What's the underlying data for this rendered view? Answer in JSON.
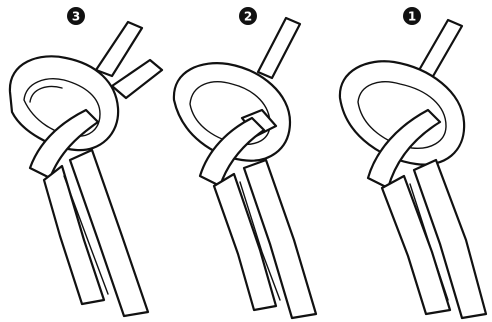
{
  "steps": [
    {
      "number": "3"
    },
    {
      "number": "2"
    },
    {
      "number": "1"
    }
  ],
  "colors": {
    "ink": "#111111",
    "paper": "#ffffff"
  }
}
